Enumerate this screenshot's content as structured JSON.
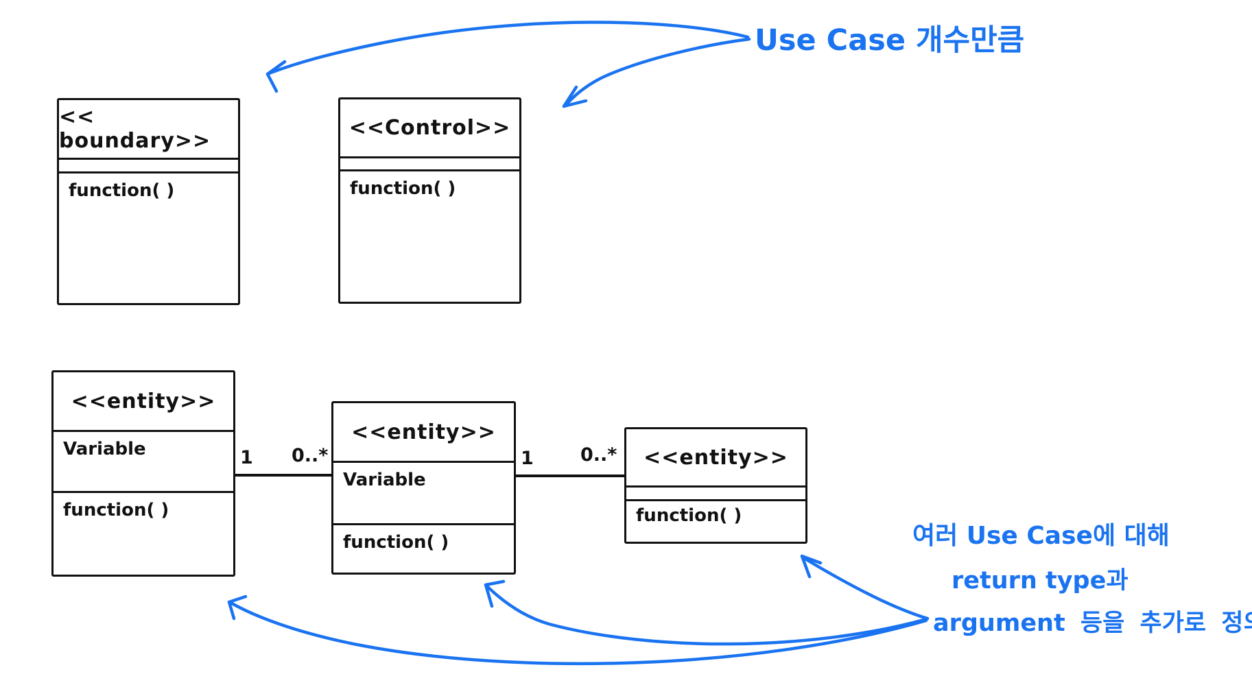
{
  "colors": {
    "background": "#ffffff",
    "ink_black": "#111111",
    "ink_blue": "#1a73f0"
  },
  "boxes": {
    "boundary": {
      "stereotype": "<< boundary>>",
      "operations": "function( )"
    },
    "control": {
      "stereotype": "<<Control>>",
      "operations": "function( )"
    },
    "entity1": {
      "stereotype": "<<entity>>",
      "attributes": "Variable",
      "operations": "function( )"
    },
    "entity2": {
      "stereotype": "<<entity>>",
      "attributes": "Variable",
      "operations": "function( )"
    },
    "entity3": {
      "stereotype": "<<entity>>",
      "operations": "function( )"
    }
  },
  "connectors": {
    "a": {
      "from_label": "1",
      "to_label": "0..*"
    },
    "b": {
      "from_label": "1",
      "to_label": "0..*"
    }
  },
  "annotations": {
    "top_note": "Use Case 개수만큼",
    "bottom_note_line1": "여러 Use Case에 대해",
    "bottom_note_line2": "return type과",
    "bottom_note_line3": "argument 등을 추가로 정의"
  }
}
